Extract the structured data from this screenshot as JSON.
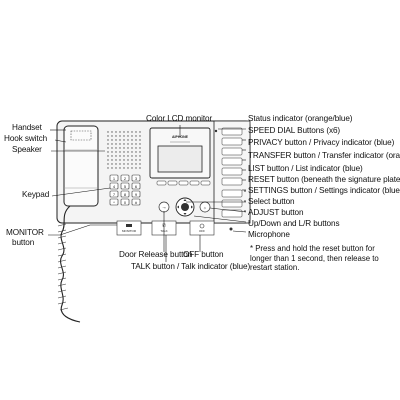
{
  "labels_left": {
    "handset": "Handset",
    "hook_switch": "Hook switch",
    "speaker": "Speaker",
    "keypad": "Keypad",
    "monitor_button_line1": "MONITOR",
    "monitor_button_line2": "button"
  },
  "labels_top": {
    "color_lcd": "Color LCD monitor"
  },
  "labels_right": {
    "status": "Status indicator (orange/blue)",
    "speed_dial": "SPEED DIAL Buttons (x6)",
    "privacy": "PRIVACY button / Privacy indicator (blue)",
    "transfer": "TRANSFER button / Transfer indicator (orange)",
    "list": "LIST button / List indicator (blue)",
    "reset": "RESET button (beneath the signature plate)*",
    "settings": "SETTINGS button / Settings indicator (blue)",
    "select": "Select button",
    "adjust": "ADJUST button",
    "updown": "Up/Down and L/R buttons",
    "microphone": "Microphone"
  },
  "labels_bottom": {
    "door_release": "Door Release button",
    "talk": "TALK button / Talk indicator (blue)",
    "off": "OFF button"
  },
  "footnote": "* Press and hold the reset button for longer than 1 second, then release to restart station.",
  "device_text": {
    "brand": "AIPHONE",
    "monitor_key": "MONITOR",
    "talk_key": "TALK",
    "off_key": "OFF"
  }
}
